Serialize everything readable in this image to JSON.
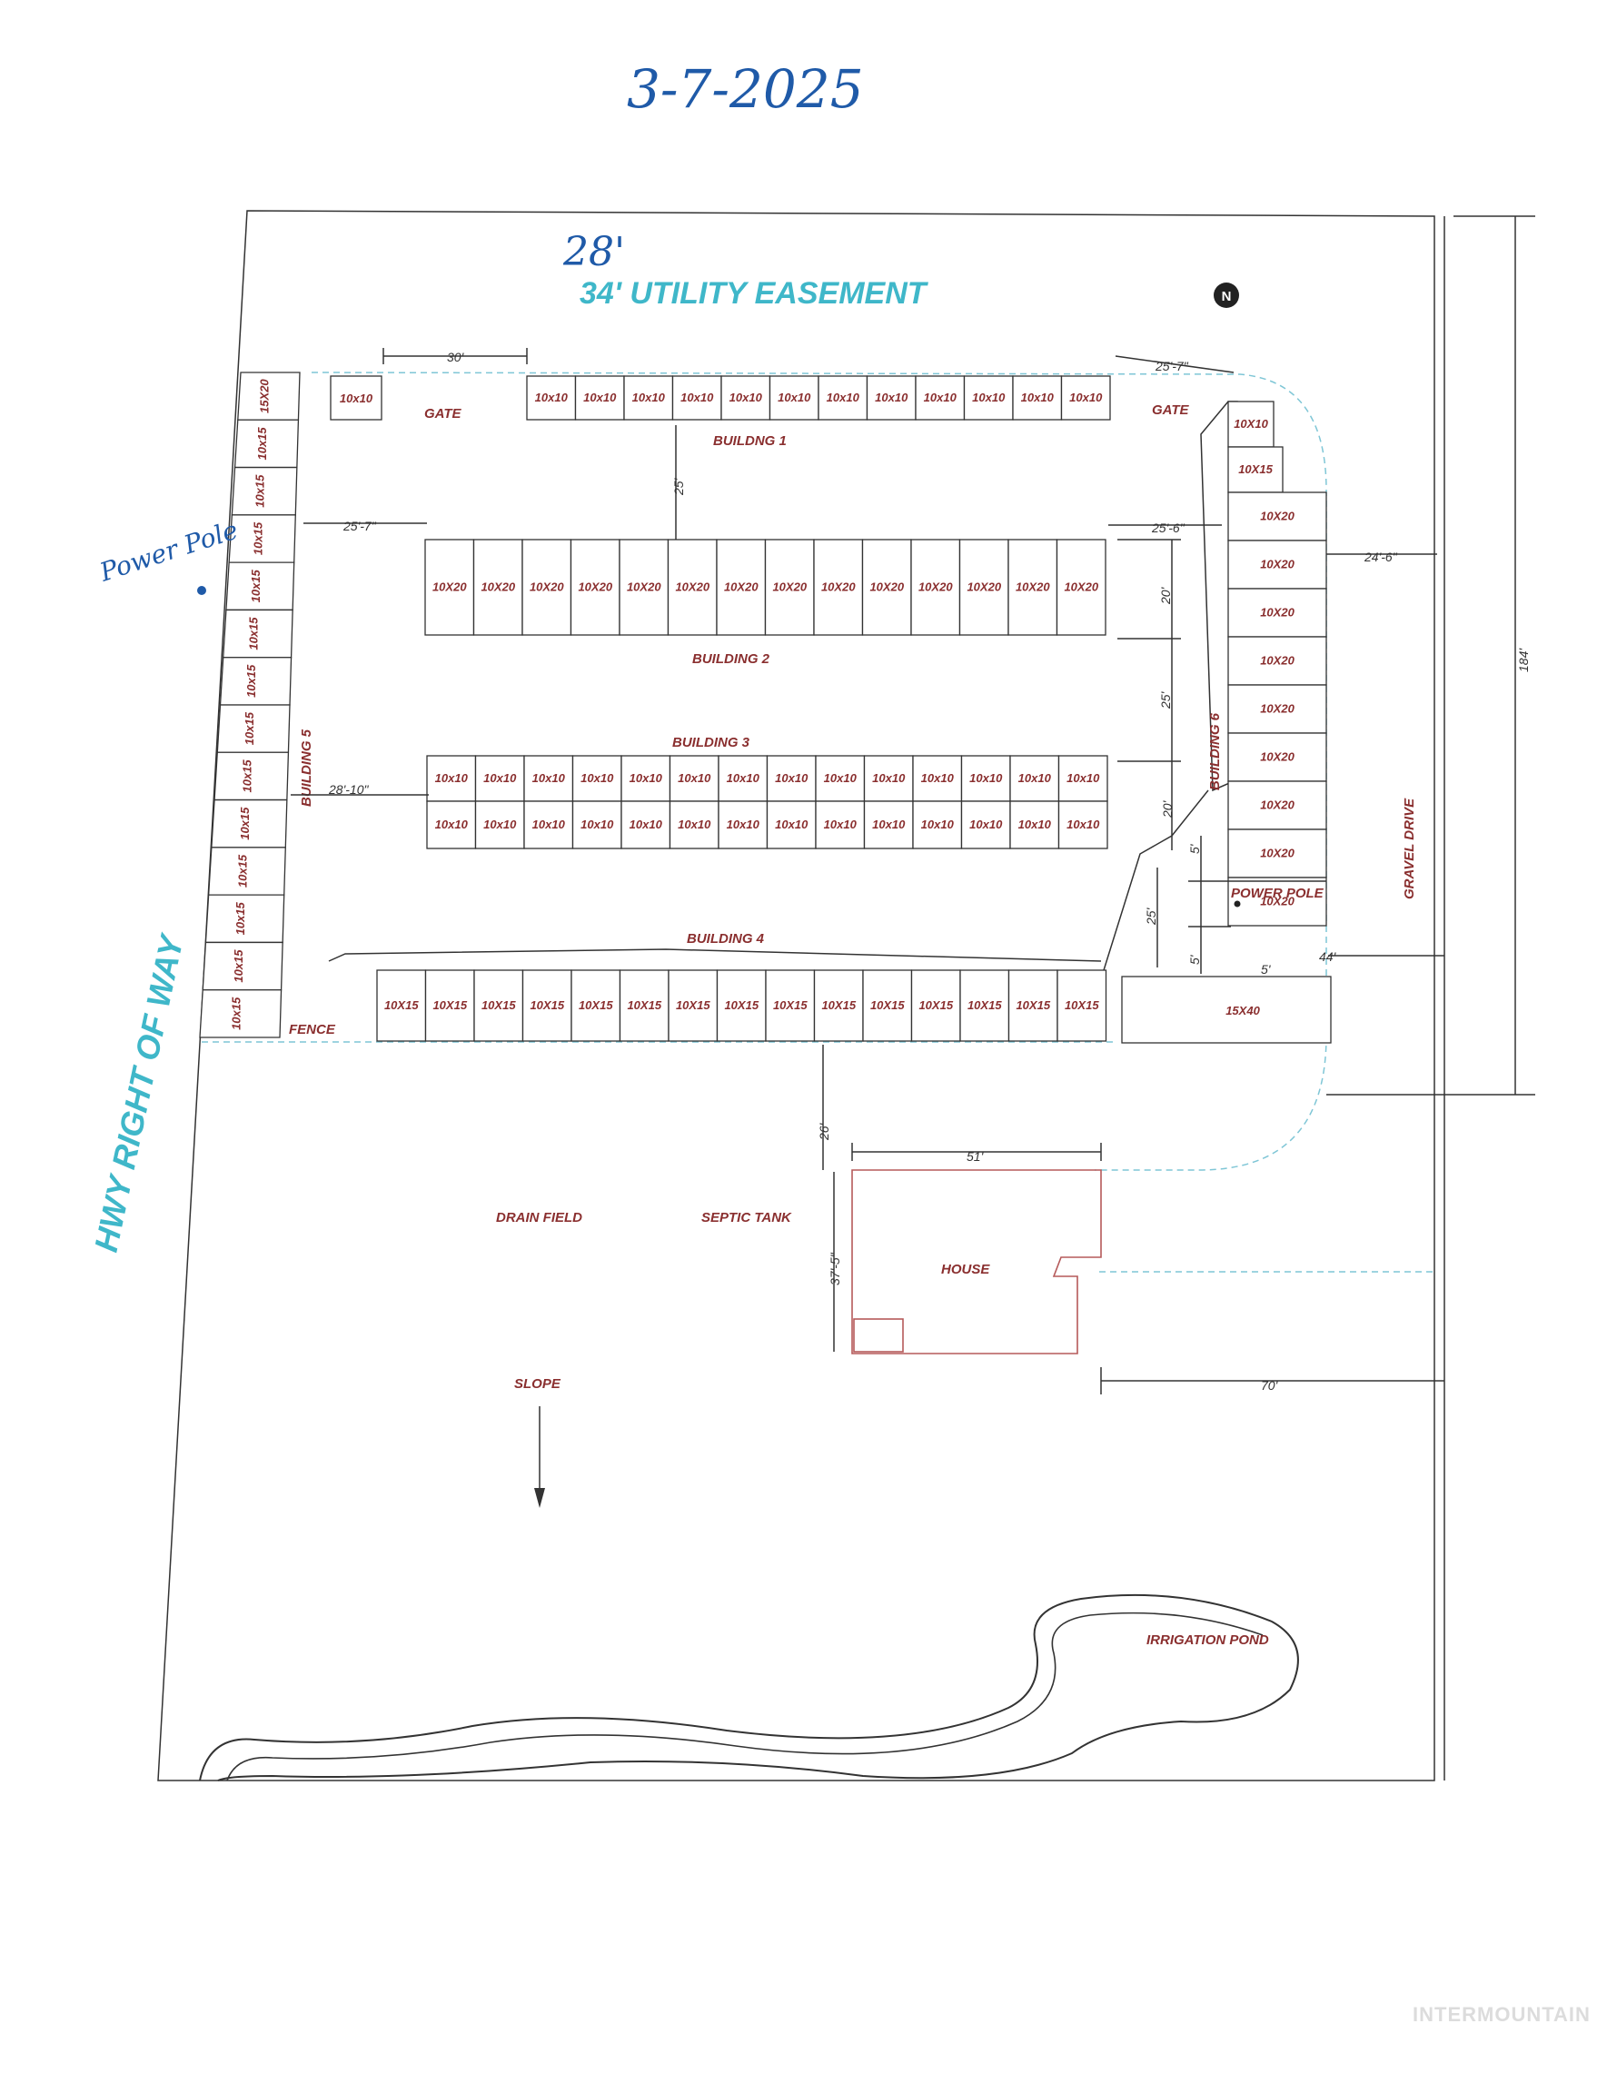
{
  "date_note": "3-7-2025",
  "easement": {
    "handwritten": "28'",
    "label": "34' UTILITY EASEMENT"
  },
  "north_symbol": "N",
  "power_pole_note": "Power Pole",
  "hwy_label": "HWY RIGHT OF WAY",
  "labels": {
    "gate_left": "GATE",
    "gate_right": "GATE",
    "building1": "BUILDNG 1",
    "building2": "BUILDING 2",
    "building3": "BUILDING 3",
    "building4": "BUILDING 4",
    "building5": "BUILDING 5",
    "building6": "BUILDING 6",
    "fence": "FENCE",
    "power_pole": "POWER POLE",
    "gravel_drive": "GRAVEL DRIVE",
    "drain_field": "DRAIN FIELD",
    "septic_tank": "SEPTIC TANK",
    "house": "HOUSE",
    "slope": "SLOPE",
    "irrigation_pond": "IRRIGATION POND",
    "unit_15x40": "15X40"
  },
  "dimensions": {
    "d30": "30'",
    "d25_7_top": "25'-7\"",
    "d25_7_left": "25'-7\"",
    "d25_6": "25'-6\"",
    "d24_6": "24'-6\"",
    "d184": "184'",
    "d25_b1b2": "25'",
    "d20_a": "20'",
    "d25_b2b3": "25'",
    "d20_b": "20'",
    "d5_a": "5'",
    "d25_c": "25'",
    "d5_b": "5'",
    "d5_c": "5'",
    "d44": "44'",
    "d28_10": "28'-10\"",
    "d26": "26'",
    "d51": "51'",
    "d37_5": "37'-5\"",
    "d70": "70'"
  },
  "building1_units": [
    "10x10",
    "10x10",
    "10x10",
    "10x10",
    "10x10",
    "10x10",
    "10x10",
    "10x10",
    "10x10",
    "10x10",
    "10x10",
    "10x10"
  ],
  "building1_gate_unit": "10x10",
  "building2_units": [
    "10X20",
    "10X20",
    "10X20",
    "10X20",
    "10X20",
    "10X20",
    "10X20",
    "10X20",
    "10X20",
    "10X20",
    "10X20",
    "10X20",
    "10X20",
    "10X20"
  ],
  "building3_row1": [
    "10x10",
    "10x10",
    "10x10",
    "10x10",
    "10x10",
    "10x10",
    "10x10",
    "10x10",
    "10x10",
    "10x10",
    "10x10",
    "10x10",
    "10x10",
    "10x10"
  ],
  "building3_row2": [
    "10x10",
    "10x10",
    "10x10",
    "10x10",
    "10x10",
    "10x10",
    "10x10",
    "10x10",
    "10x10",
    "10x10",
    "10x10",
    "10x10",
    "10x10",
    "10x10"
  ],
  "building4_units": [
    "10X15",
    "10X15",
    "10X15",
    "10X15",
    "10X15",
    "10X15",
    "10X15",
    "10X15",
    "10X15",
    "10X15",
    "10X15",
    "10X15",
    "10X15",
    "10X15",
    "10X15"
  ],
  "building5_units": [
    "15X20",
    "10x15",
    "10x15",
    "10x15",
    "10x15",
    "10x15",
    "10x15",
    "10x15",
    "10x15",
    "10x15",
    "10x15",
    "10x15",
    "10x15",
    "10x15"
  ],
  "building6_units": [
    "10X10",
    "10X15",
    "10X20",
    "10X20",
    "10X20",
    "10X20",
    "10X20",
    "10X20",
    "10X20",
    "10X20",
    "10X20"
  ],
  "watermark": "INTERMOUNTAIN"
}
